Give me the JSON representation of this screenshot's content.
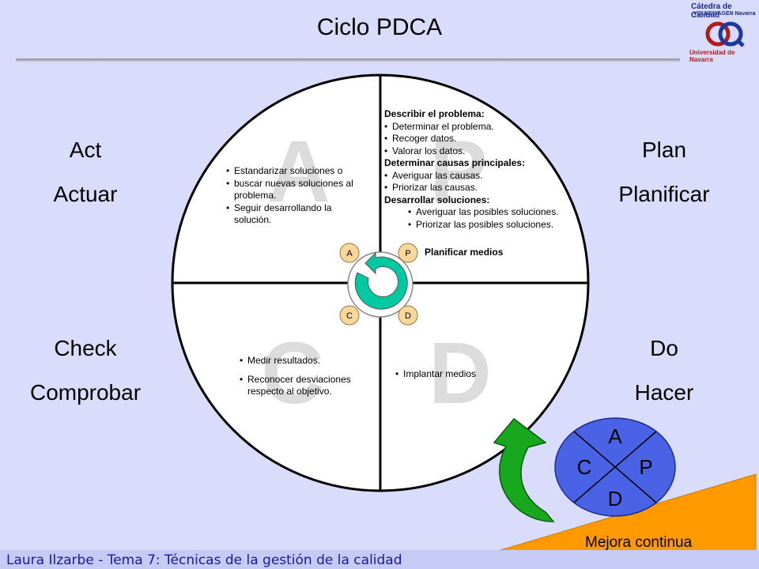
{
  "slide": {
    "title": "Ciclo PDCA",
    "footer": "Laura Ilzarbe - Tema 7: Técnicas de la gestión de la calidad"
  },
  "logo": {
    "line1": "Cátedra de Calidad",
    "line2": "VOLKSWAGEN Navarra",
    "line3": "Universidad de Navarra"
  },
  "quadrants": {
    "act": {
      "en": "Act",
      "es": "Actuar",
      "letter": "A"
    },
    "plan": {
      "en": "Plan",
      "es": "Planificar",
      "letter": "P"
    },
    "check": {
      "en": "Check",
      "es": "Comprobar",
      "letter": "C"
    },
    "do": {
      "en": "Do",
      "es": "Hacer",
      "letter": "D"
    }
  },
  "plan_text": {
    "h1": "Describir el problema:",
    "b1": "Determinar el problema.",
    "b2": "Recoger datos.",
    "b3": "Valorar los datos.",
    "h2": "Determinar causas principales:",
    "b4": "Averiguar las causas.",
    "b5": "Priorizar las causas.",
    "h3": "Desarrollar soluciones:",
    "b6": "Averiguar las posibles soluciones.",
    "b7": "Priorizar las posibles soluciones.",
    "h4": "Planificar medios"
  },
  "act_text": {
    "b1": "Estandarizar soluciones o",
    "b2a": "buscar nuevas soluciones al",
    "b2b": "problema.",
    "b3a": "Seguir desarrollando la",
    "b3b": "solución."
  },
  "check_text": {
    "b1": "Medir resultados.",
    "b2a": "Reconocer desviaciones",
    "b2b": "respecto al objetivo."
  },
  "do_text": {
    "b1": "Implantar medios"
  },
  "mini_cycle": {
    "a": "A",
    "p": "P",
    "c": "C",
    "d": "D"
  },
  "big_cycle": {
    "a": "A",
    "p": "P",
    "c": "C",
    "d": "D"
  },
  "mejora": "Mejora continua",
  "colors": {
    "background": "#d9dcfa",
    "mini_circle": "#f7d79a",
    "arrow_green": "#00c8a0",
    "ellipse_blue": "#4a62e6",
    "big_arrow": "#17a81e",
    "wedge": "#ff9900"
  }
}
